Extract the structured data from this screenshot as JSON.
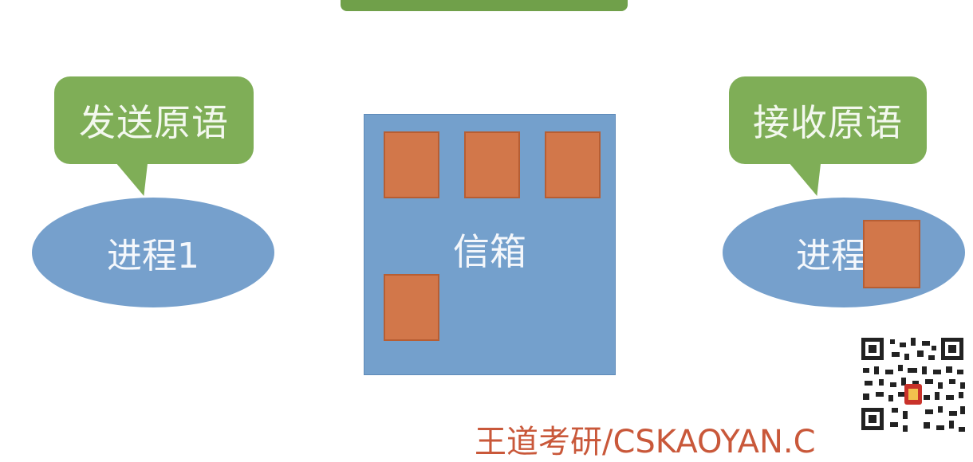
{
  "diagram": {
    "send_primitive": "发送原语",
    "receive_primitive": "接收原语",
    "process1": "进程1",
    "process2": "进程",
    "mailbox": "信箱"
  },
  "watermark": {
    "text": "王道考研/CSKAOYAN.C"
  },
  "colors": {
    "bubble_green": "#7fae57",
    "process_blue": "#76a0cc",
    "mailbox_blue": "#74a0cc",
    "message_orange": "#d2774a",
    "watermark_red": "#c9583a"
  }
}
